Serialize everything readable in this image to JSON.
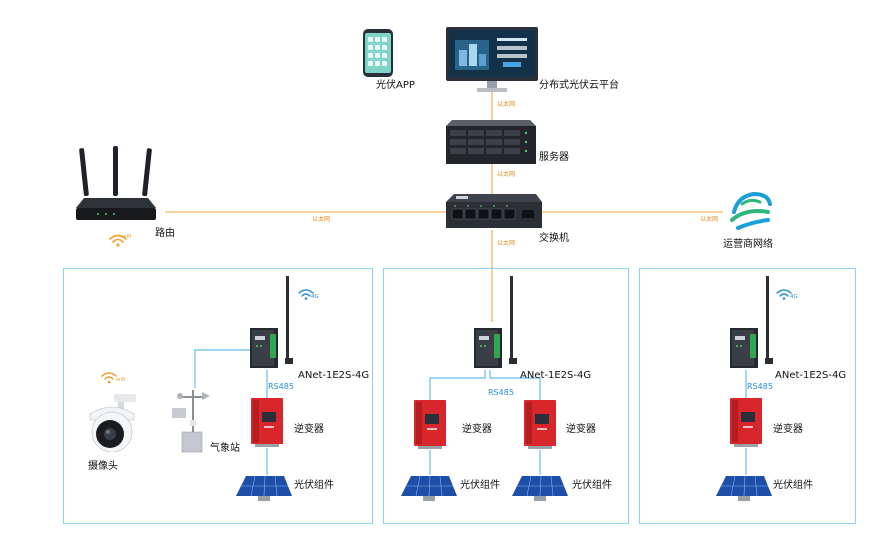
{
  "labels": {
    "app": "光伏APP",
    "platform": "分布式光伏云平台",
    "server": "服务器",
    "router": "路由",
    "switch": "交换机",
    "operator": "运营商网络",
    "camera": "摄像头",
    "weather": "气象站",
    "gateway": "ANet-1E2S-4G",
    "inverter": "逆变器",
    "pv": "光伏组件",
    "rs485": "RS485",
    "ethernet": "以太网",
    "wifi": "wifi",
    "net4g": "4G"
  },
  "colors": {
    "ethernet_line": "#f5c27a",
    "rs485_line": "#7cc8ee",
    "box_border": "#8fd0ee",
    "inverter_red": "#d8262d",
    "panel_blue": "#1d4fa8"
  }
}
